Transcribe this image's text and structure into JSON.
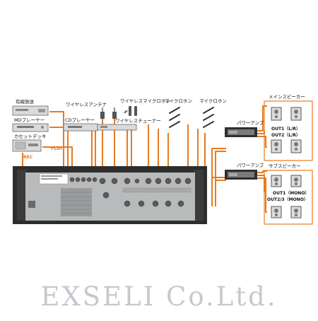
{
  "diagram": {
    "devices": {
      "cable_tv": "有線放送",
      "md_player": "MDプレーヤー",
      "cassette_deck": "カセットデッキ",
      "cd_player": "CDプレーヤー",
      "wireless_antenna": "ワイヤレスアンテナ",
      "wireless_mic": "ワイヤレスマイクロホン",
      "wireless_tuner": "ワイヤレスチューナー",
      "mic_1": "マイクロホン",
      "mic_2": "マイクロホン"
    },
    "tape": {
      "rec": "REC",
      "play": "PLAY"
    },
    "amps": {
      "power_amp_1": "パワーアンプ",
      "power_amp_2": "パワーアンプ"
    },
    "main_speakers": {
      "title": "メインスピーカー",
      "out1": "OUT1（L/R）",
      "out2": "OUT2（L/R）"
    },
    "sub_speakers": {
      "title": "サブスピーカー",
      "out1": "OUT1（MONO）",
      "out23": "OUT2/3（MONO）"
    }
  },
  "watermark": "EXSELI Co.Ltd.",
  "colors": {
    "cable": "#e87a1e",
    "device_body": "#d9dadb",
    "panel": "#b9babb",
    "rack": "#2d2d2d"
  }
}
